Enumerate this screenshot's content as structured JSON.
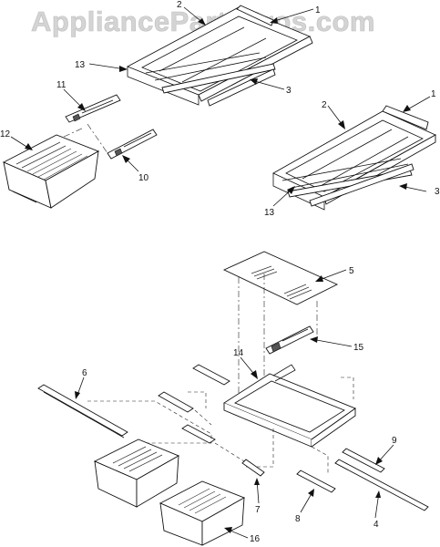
{
  "watermark": "AppliancePartsPros.com",
  "callouts": {
    "c1a": "1",
    "c2a": "2",
    "c3a": "3",
    "c13a": "13",
    "c1b": "1",
    "c2b": "2",
    "c3b": "3",
    "c13b": "13",
    "c11": "11",
    "c12": "12",
    "c10": "10",
    "c5": "5",
    "c15": "15",
    "c14": "14",
    "c6": "6",
    "c9": "9",
    "c7": "7",
    "c8": "8",
    "c4": "4",
    "c16": "16"
  }
}
